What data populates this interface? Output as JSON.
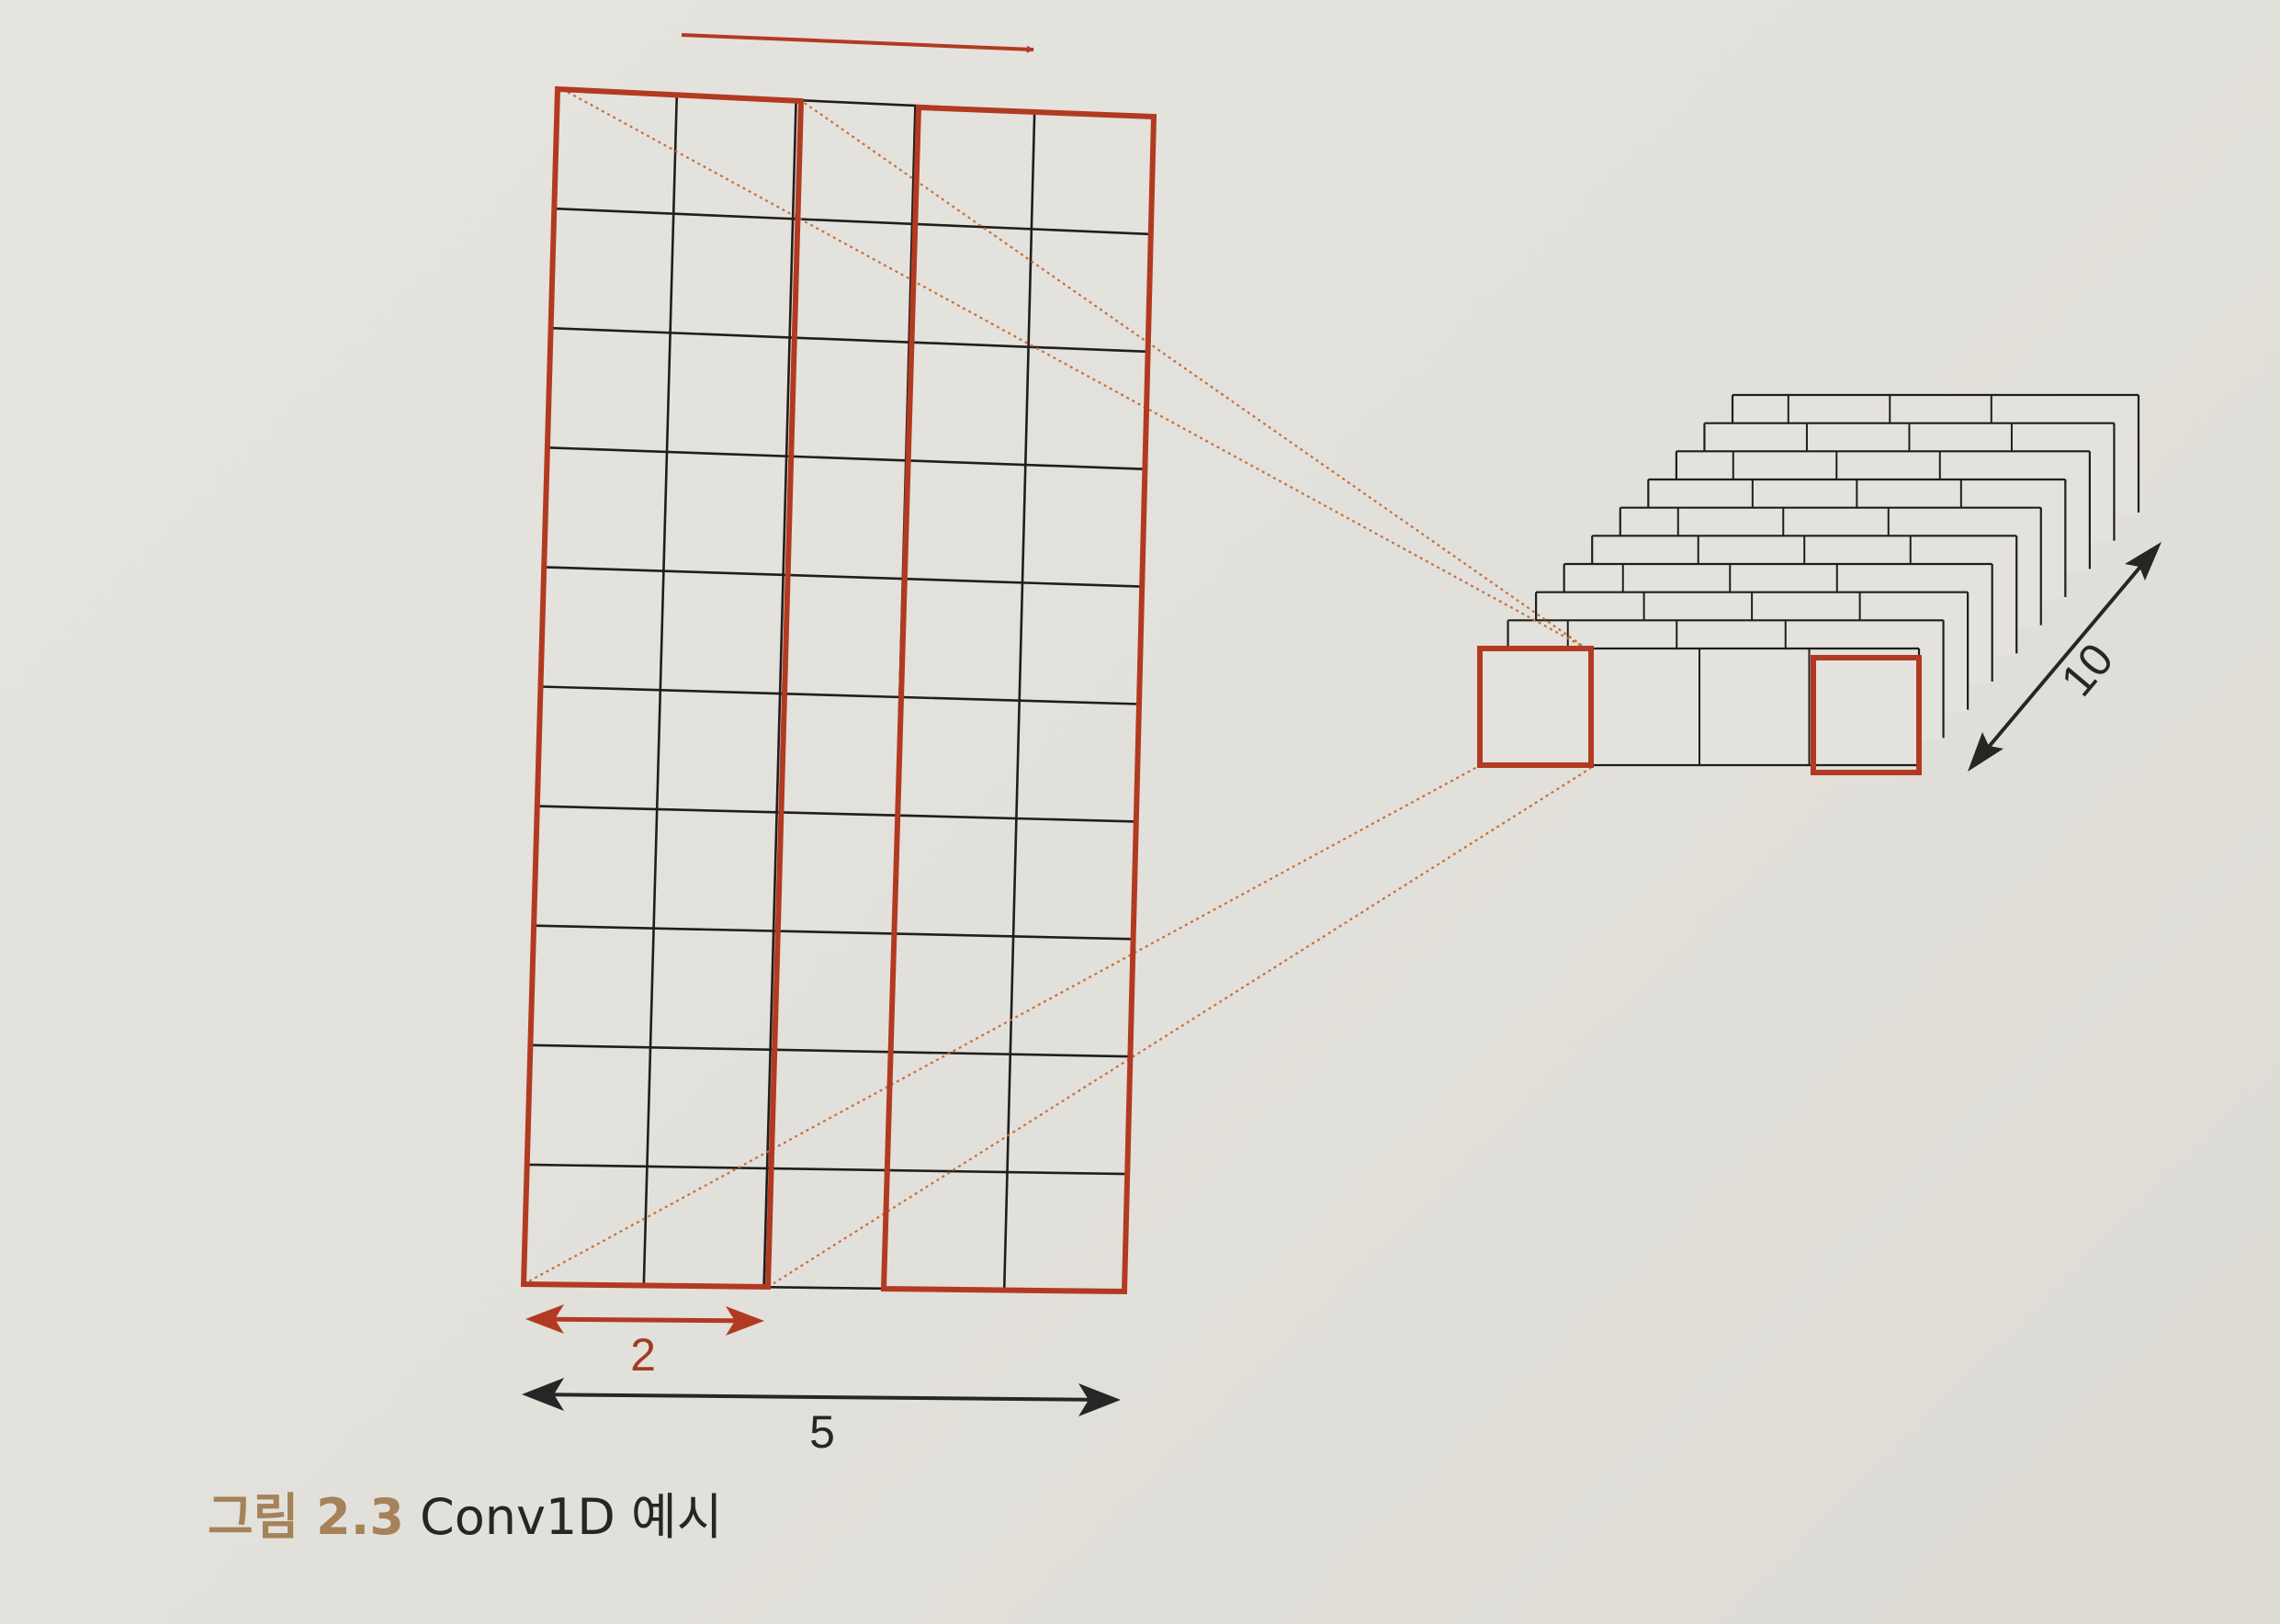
{
  "diagram": {
    "labels": {
      "kernel_width": "2",
      "sequence_length": "5",
      "depth": "10"
    },
    "input_grid": {
      "columns": 5,
      "rows": 10
    },
    "output_stack": {
      "cells_per_row": 4,
      "layers": 10
    },
    "colors": {
      "accent": "#b23a22",
      "line": "#1e1e1e",
      "dotted": "#c4703a",
      "caption_prefix": "#a5825a",
      "background": "#e4e2dc"
    }
  },
  "caption": {
    "prefix": "그림 2.3",
    "text": "Conv1D 예시"
  }
}
